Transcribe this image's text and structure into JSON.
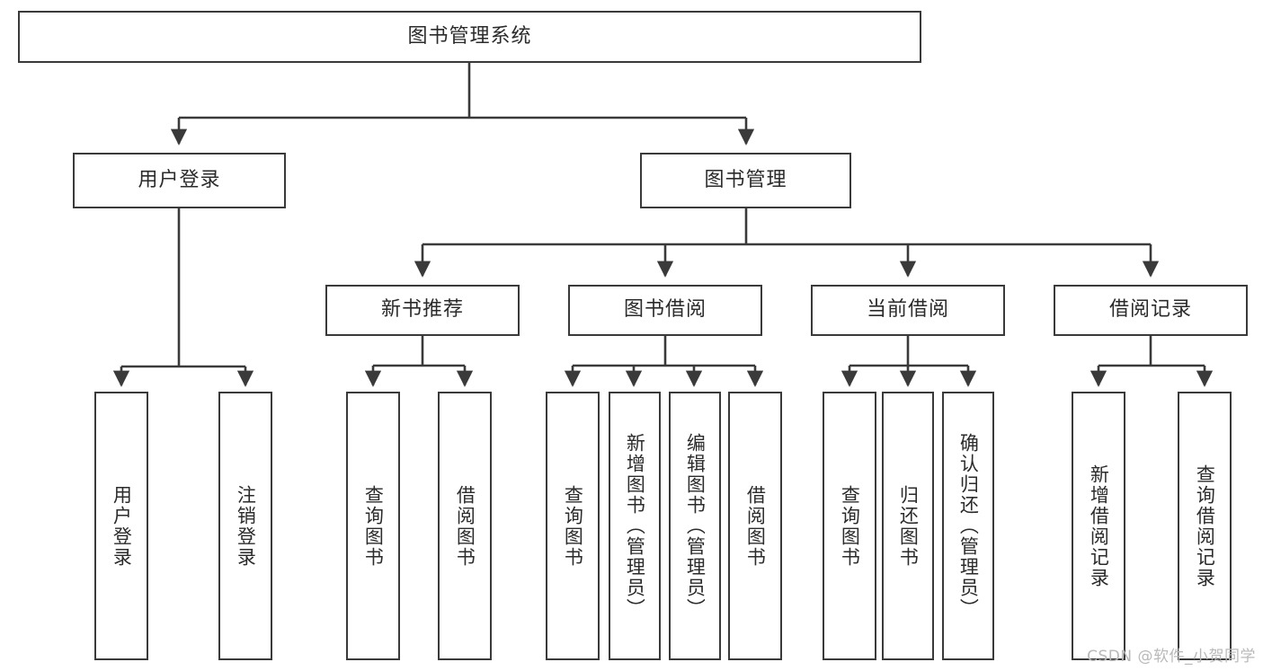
{
  "diagram": {
    "title": "图书管理系统",
    "watermark": "CSDN @软件_小贺同学",
    "line_color": "#3a3a3a",
    "text_color": "#2b2b2b",
    "background": "#ffffff",
    "root": {
      "label": "图书管理系统"
    },
    "level2": [
      {
        "label": "用户登录"
      },
      {
        "label": "图书管理"
      }
    ],
    "level3": [
      {
        "label": "新书推荐"
      },
      {
        "label": "图书借阅"
      },
      {
        "label": "当前借阅"
      },
      {
        "label": "借阅记录"
      }
    ],
    "leaves": {
      "user_login": [
        {
          "label": "用户登录"
        },
        {
          "label": "注销登录"
        }
      ],
      "new_book_recommend": [
        {
          "label": "查询图书"
        },
        {
          "label": "借阅图书"
        }
      ],
      "book_borrow": [
        {
          "label": "查询图书"
        },
        {
          "label": "新增图书（管理员）"
        },
        {
          "label": "编辑图书（管理员）"
        },
        {
          "label": "借阅图书"
        }
      ],
      "current_borrow": [
        {
          "label": "查询图书"
        },
        {
          "label": "归还图书"
        },
        {
          "label": "确认归还（管理员）"
        }
      ],
      "borrow_record": [
        {
          "label": "新增借阅记录"
        },
        {
          "label": "查询借阅记录"
        }
      ]
    }
  }
}
